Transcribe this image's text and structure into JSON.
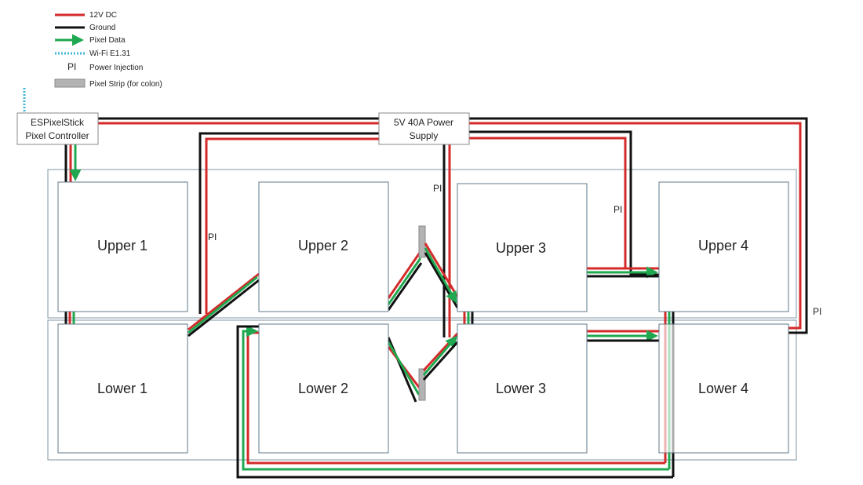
{
  "colors": {
    "power": "#d42a2a",
    "ground": "#111111",
    "data": "#1fa84f",
    "wifi": "#3fb6d9",
    "strip": "#b3b3b3",
    "frame": "#7f95a3",
    "panel_border": "#5f7888"
  },
  "legend": {
    "power_12v": "12V DC",
    "ground": "Ground",
    "pixel_data": "Pixel Data",
    "wifi": "Wi-Fi E1.31",
    "pi_abbrev": "PI",
    "power_injection": "Power  Injection",
    "pixel_strip": "Pixel Strip (for colon)"
  },
  "controller": {
    "line1": "ESPixelStick",
    "line2": "Pixel Controller"
  },
  "power_supply": {
    "line1": "5V 40A Power",
    "line2": "Supply"
  },
  "panels": {
    "upper_1": "Upper 1",
    "upper_2": "Upper 2",
    "upper_3": "Upper 3",
    "upper_4": "Upper 4",
    "lower_1": "Lower 1",
    "lower_2": "Lower 2",
    "lower_3": "Lower 3",
    "lower_4": "Lower 4"
  },
  "injection_labels": {
    "pi_1": "PI",
    "pi_2": "PI",
    "pi_3": "PI",
    "pi_4": "PI"
  }
}
